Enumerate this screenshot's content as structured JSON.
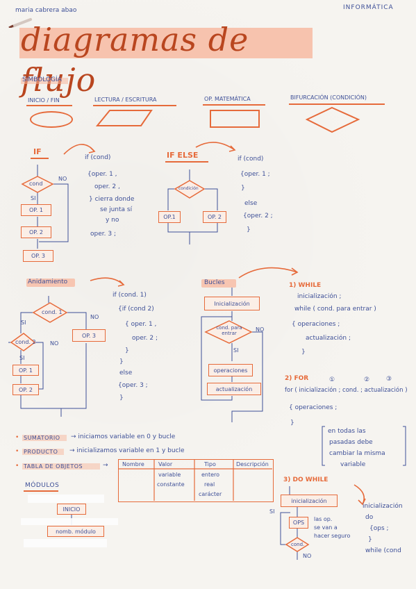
{
  "header": {
    "author": "maria cabrera abao",
    "subject": "INFORMÁTICA",
    "title": "diagramas de flujo"
  },
  "symbology": {
    "heading": "SIMBOLOGÍA",
    "items": [
      {
        "label": "INICIO / FIN"
      },
      {
        "label": "LECTURA / ESCRITURA"
      },
      {
        "label": "OP. MATEMÁTICA"
      },
      {
        "label": "BIFURCACIÓN (CONDICIÓN)"
      }
    ]
  },
  "if_section": {
    "heading": "IF",
    "diagram": {
      "cond": "cond",
      "no": "NO",
      "si": "SI",
      "op1": "OP. 1",
      "op2": "OP. 2",
      "op3": "OP. 3"
    },
    "code": [
      "if (cond)",
      "{oper. 1 ,",
      "oper. 2 ,",
      "} cierra donde",
      "se junta sí",
      "y no",
      "oper. 3 ;"
    ]
  },
  "ifelse_section": {
    "heading": "IF ELSE",
    "diagram": {
      "cond": "condición",
      "op1": "OP.1",
      "op2": "OP. 2"
    },
    "code": [
      "if (cond)",
      "{oper. 1 ;",
      "}",
      "else",
      "{oper. 2 ;",
      "}"
    ]
  },
  "nested_section": {
    "heading": "Anidamiento",
    "diagram": {
      "cond1": "cond. 1",
      "cond2": "cond. 2",
      "si": "SI",
      "no": "NO",
      "op3": "OP. 3",
      "op1": "OP. 1",
      "op2": "OP. 2"
    },
    "code": [
      "if (cond. 1)",
      "{if (cond 2)",
      "{ oper. 1 ,",
      "oper. 2 ;",
      "}",
      "}",
      "else",
      "{oper. 3 ;",
      "}"
    ]
  },
  "loops_section": {
    "heading": "Bucles",
    "diagram": {
      "init": "Inicialización",
      "cond": "cond. para entrar",
      "no": "NO",
      "si": "SI",
      "ops": "operaciones",
      "update": "actualización"
    },
    "while": {
      "heading": "1) WHILE",
      "lines": [
        "inicialización ;",
        "while ( cond. para entrar )",
        "{ operaciones ;",
        "actualización ;",
        "}"
      ]
    },
    "for": {
      "heading": "2) FOR",
      "marks": [
        "①",
        "②",
        "③"
      ],
      "lines": [
        "for ( inicialización ; cond. ; actualización )",
        "{ operaciones ;",
        "}"
      ],
      "note": [
        "en todas las",
        "pasadas debe",
        "cambiar la misma",
        "variable"
      ]
    },
    "dowhile": {
      "heading": "3) DO WHILE",
      "diagram": {
        "init": "inicialización",
        "si": "SI",
        "ops": "OPS",
        "note": [
          "las op.",
          "se van a",
          "hacer seguro"
        ],
        "cond": "cond.",
        "no": "NO"
      },
      "lines": [
        "inicialización",
        "do",
        "{ops ;",
        "}",
        "while (cond"
      ]
    }
  },
  "bullets": [
    {
      "key": "SUMATORIO",
      "text": "→ iniciamos variable en 0 y bucle"
    },
    {
      "key": "PRODUCTO",
      "text": "→ inicializamos variable en 1 y bucle"
    },
    {
      "key": "TABLA DE OBJETOS",
      "text": "→"
    }
  ],
  "objects_table": {
    "headers": [
      "Nombre",
      "Valor",
      "Tipo",
      "Descripción"
    ],
    "rows": [
      [
        "",
        "variable",
        "entero",
        ""
      ],
      [
        "",
        "constante",
        "real",
        ""
      ],
      [
        "",
        "",
        "carácter",
        ""
      ]
    ]
  },
  "modules": {
    "heading": "MÓDULOS",
    "start": "INICIO",
    "call": "nomb. módulo"
  },
  "colors": {
    "ink": "#3d4f97",
    "accent": "#e66a3a",
    "highlight": "#f7b79d",
    "title": "#b9461f"
  }
}
